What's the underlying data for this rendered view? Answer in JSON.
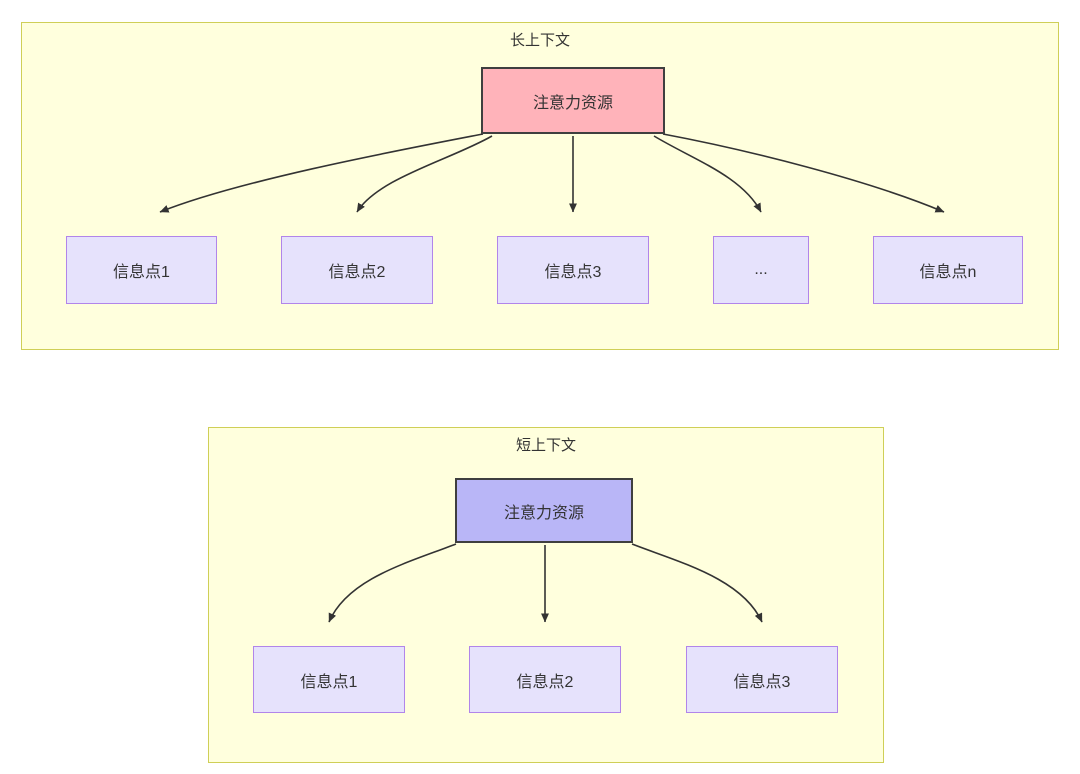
{
  "diagram": {
    "title": "",
    "background": "#ffffff",
    "cluster_fill": "#ffffdd",
    "cluster_stroke": "#cfcf57",
    "edge_color": "#333333"
  },
  "clusters": [
    {
      "id": "long-context",
      "title": "长上下文",
      "root": {
        "label": "注意力资源",
        "fill": "#ffb3ba",
        "stroke": "#3f3f3f"
      },
      "leaves": [
        {
          "label": "信息点1",
          "fill": "#e6e2fc",
          "stroke": "#b185ea"
        },
        {
          "label": "信息点2",
          "fill": "#e6e2fc",
          "stroke": "#b185ea"
        },
        {
          "label": "信息点3",
          "fill": "#e6e2fc",
          "stroke": "#b185ea"
        },
        {
          "label": "...",
          "fill": "#e6e2fc",
          "stroke": "#b185ea"
        },
        {
          "label": "信息点n",
          "fill": "#e6e2fc",
          "stroke": "#b185ea"
        }
      ]
    },
    {
      "id": "short-context",
      "title": "短上下文",
      "root": {
        "label": "注意力资源",
        "fill": "#b9b6f7",
        "stroke": "#3f3f3f"
      },
      "leaves": [
        {
          "label": "信息点1",
          "fill": "#e6e2fc",
          "stroke": "#b185ea"
        },
        {
          "label": "信息点2",
          "fill": "#e6e2fc",
          "stroke": "#b185ea"
        },
        {
          "label": "信息点3",
          "fill": "#e6e2fc",
          "stroke": "#b185ea"
        }
      ]
    }
  ]
}
